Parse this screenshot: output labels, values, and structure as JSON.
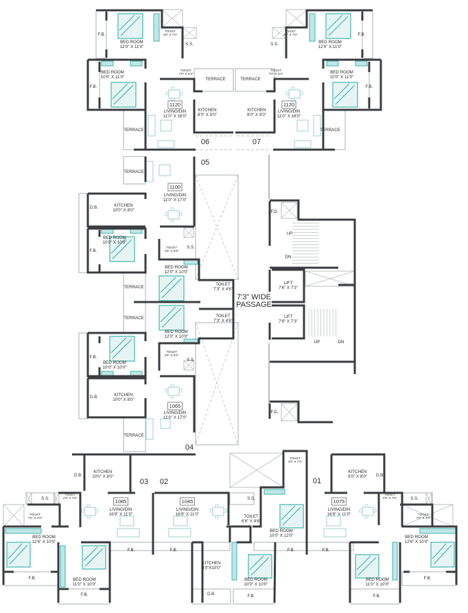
{
  "colors": {
    "wall": "#3a3d40",
    "thin": "#b8bcbc",
    "furniture": "#3fb3b0",
    "furniture_fill": "#e6f5f4"
  },
  "labels": [
    {
      "lines": [
        "F.B."
      ]
    },
    {
      "lines": [
        "BED ROOM",
        "12'0\" X 11'0\""
      ]
    },
    {
      "lines": [
        "TOILET",
        "4'6\" X 7'0\""
      ]
    },
    {
      "lines": [
        "S.S."
      ]
    },
    {
      "lines": [
        "F.B."
      ]
    },
    {
      "lines": [
        "BED ROOM",
        "10'0\" X 11'0\""
      ]
    },
    {
      "lines": [
        "TOILET",
        "7'0\" X 4'3\""
      ]
    },
    {
      "lines": [
        "TERRACE"
      ]
    },
    {
      "lines": [
        "1120"
      ]
    },
    {
      "lines": [
        "LIVING/DIN",
        "11'0\" X 16'0\""
      ]
    },
    {
      "lines": [
        "KITCHEN",
        "8'0\" X 9'0\""
      ]
    },
    {
      "lines": [
        "06"
      ]
    },
    {
      "lines": [
        "05"
      ]
    },
    {
      "lines": [
        "TERRACE"
      ]
    },
    {
      "lines": [
        "TERRACE"
      ]
    },
    {
      "lines": [
        "TOILET",
        "4'6\" X 7'0\""
      ]
    },
    {
      "lines": [
        "S.S."
      ]
    },
    {
      "lines": [
        "BED ROOM",
        "12'0\" X 11'0\""
      ]
    },
    {
      "lines": [
        "F.B."
      ]
    },
    {
      "lines": [
        "F.B."
      ]
    },
    {
      "lines": [
        "TERRACE"
      ]
    },
    {
      "lines": [
        "TOILET",
        "7'0\" X 4'3\""
      ]
    },
    {
      "lines": [
        "BED ROOM",
        "10'0\" X 11'0\""
      ]
    },
    {
      "lines": [
        "1120"
      ]
    },
    {
      "lines": [
        "LIVING/DIN",
        "11'0\" X 16'0\""
      ]
    },
    {
      "lines": [
        "KITCHEN",
        "8'0\" X 9'0\""
      ]
    },
    {
      "lines": [
        "07"
      ]
    },
    {
      "lines": [
        "TERRACE"
      ]
    },
    {
      "lines": [
        "1100"
      ]
    },
    {
      "lines": [
        "LIVING/DIN",
        "11'0\" X 17'0\""
      ]
    },
    {
      "lines": [
        "D.B."
      ]
    },
    {
      "lines": [
        "KITCHEN",
        "10'0\" X 8'0\""
      ]
    },
    {
      "lines": [
        "BED ROOM",
        "10'0\" X 10'0\""
      ]
    },
    {
      "lines": [
        "F.B."
      ]
    },
    {
      "lines": [
        "TOILET",
        "4'6\" X 6'6\""
      ]
    },
    {
      "lines": [
        "S.S."
      ]
    },
    {
      "lines": [
        "BED ROOM",
        "12'0\" X 10'0\""
      ]
    },
    {
      "lines": [
        "TERRACE"
      ]
    },
    {
      "lines": [
        "TOILET",
        "7'3\" X 4'6\""
      ]
    },
    {
      "lines": [
        "7'3\" WIDE",
        "PASSAGE"
      ]
    },
    {
      "lines": [
        "LIFT",
        "7'6\" X 7'3\""
      ]
    },
    {
      "lines": [
        "LIFT",
        "7'6\" X 7'3\""
      ]
    },
    {
      "lines": [
        "F.D."
      ]
    },
    {
      "lines": [
        "UP"
      ]
    },
    {
      "lines": [
        "DN"
      ]
    },
    {
      "lines": [
        "TOILET",
        "7'3\" X 4'6\""
      ]
    },
    {
      "lines": [
        "TERRACE"
      ]
    },
    {
      "lines": [
        "BED ROOM",
        "12'0\" X 10'0\""
      ]
    },
    {
      "lines": [
        "F.B."
      ]
    },
    {
      "lines": [
        "BED ROOM",
        "10'0\" X 10'0\""
      ]
    },
    {
      "lines": [
        "TOILET",
        "4'6\" X 6'6\""
      ]
    },
    {
      "lines": [
        "S.S."
      ]
    },
    {
      "lines": [
        "UP"
      ]
    },
    {
      "lines": [
        "DN"
      ]
    },
    {
      "lines": [
        "D.B."
      ]
    },
    {
      "lines": [
        "KITCHEN",
        "10'0\" X 8'0\""
      ]
    },
    {
      "lines": [
        "1065"
      ]
    },
    {
      "lines": [
        "LIVING/DIN",
        "11'0\" X 17'0\""
      ]
    },
    {
      "lines": [
        "TERRACE"
      ]
    },
    {
      "lines": [
        "04"
      ]
    },
    {
      "lines": [
        "F.D."
      ]
    },
    {
      "lines": [
        "D.B."
      ]
    },
    {
      "lines": [
        "KITCHEN",
        "10'0\" X 8'0\""
      ]
    },
    {
      "lines": [
        "03"
      ]
    },
    {
      "lines": [
        "02"
      ]
    },
    {
      "lines": [
        "S.S."
      ]
    },
    {
      "lines": [
        "TOILET",
        "4'3\" X 7'6\""
      ]
    },
    {
      "lines": [
        "TOILET",
        "7'0\" X 4'6\""
      ]
    },
    {
      "lines": [
        "1085"
      ]
    },
    {
      "lines": [
        "LIVING/DIN",
        "16'9\" X 11'0\""
      ]
    },
    {
      "lines": [
        "1045"
      ]
    },
    {
      "lines": [
        "LIVING/DIN",
        "16'9\" X 11'0\""
      ]
    },
    {
      "lines": [
        "BED ROOM",
        "12'6\" X 10'0\""
      ]
    },
    {
      "lines": [
        "F.B."
      ]
    },
    {
      "lines": [
        "F.B."
      ]
    },
    {
      "lines": [
        "KITCHEN",
        "8'0\"X10'0\""
      ]
    },
    {
      "lines": [
        "F.B."
      ]
    },
    {
      "lines": [
        "BED ROOM",
        "11'0\" X 10'0\""
      ]
    },
    {
      "lines": [
        "F.B."
      ]
    },
    {
      "lines": [
        "D.B."
      ]
    },
    {
      "lines": [
        "TOILET",
        "4'0\" X 7'0\""
      ]
    },
    {
      "lines": [
        "01"
      ]
    },
    {
      "lines": [
        "KITCHEN",
        "9'0\" X 8'0\""
      ]
    },
    {
      "lines": [
        "D.B."
      ]
    },
    {
      "lines": [
        "S.S."
      ]
    },
    {
      "lines": [
        "TOILET",
        "6'6\" X 4'6\""
      ]
    },
    {
      "lines": [
        "1075"
      ]
    },
    {
      "lines": [
        "LIVING/DIN",
        "16'9\" X 11'0\""
      ]
    },
    {
      "lines": [
        "TOILET",
        "4'3\" X 7'6\""
      ]
    },
    {
      "lines": [
        "S.S."
      ]
    },
    {
      "lines": [
        "TOILET",
        "7'0\" X 4'6\""
      ]
    },
    {
      "lines": [
        "BED ROOM",
        "10'0\" X 12'0\""
      ]
    },
    {
      "lines": [
        "BED ROOM",
        "12'6\" X 10'0\""
      ]
    },
    {
      "lines": [
        "F.B."
      ]
    },
    {
      "lines": [
        "F.B."
      ]
    },
    {
      "lines": [
        "BED ROOM",
        "10'0\" X 10'0\""
      ]
    },
    {
      "lines": [
        "F.B."
      ]
    },
    {
      "lines": [
        "BED ROOM",
        "11'0\" X 10'0\""
      ]
    },
    {
      "lines": [
        "F.B."
      ]
    },
    {
      "lines": [
        "F.B."
      ]
    }
  ]
}
